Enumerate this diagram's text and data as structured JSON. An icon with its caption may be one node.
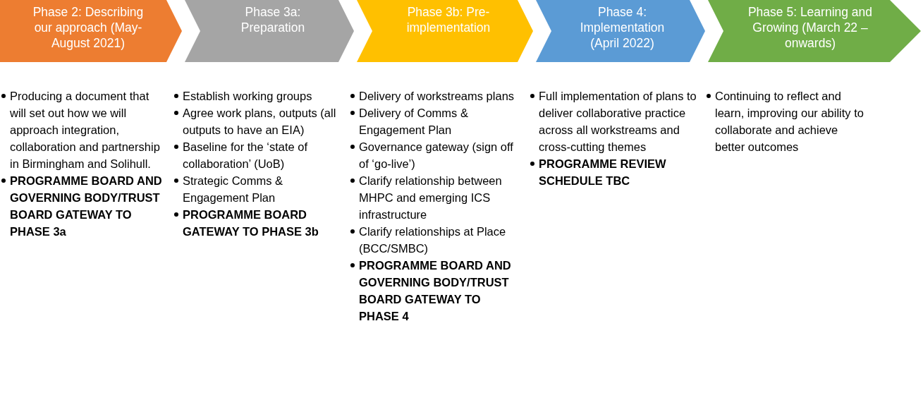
{
  "diagram": {
    "nodes": [
      {
        "text": [
          "Phase 2: Describing our approach (May-August 2021)"
        ],
        "beside": [
          "Producing a document that will set out how we will approach integration, collaboration and partnership in Birmingham and Solihull.",
          "PROGRAMME BOARD AND GOVERNING BODY/TRUST BOARD GATEWAY TO PHASE 3a"
        ]
      },
      {
        "text": [
          "Phase 3a: Preparation"
        ],
        "beside": [
          "Establish working groups",
          "Agree work plans, outputs (all outputs to have an EIA)",
          "Baseline for the ‘state of collaboration’ (UoB)",
          "Strategic Comms & Engagement Plan",
          "PROGRAMME BOARD GATEWAY TO PHASE 3b"
        ]
      },
      {
        "text": [
          "Phase 3b: Pre-implementation"
        ],
        "beside": [
          "Delivery of workstreams plans",
          "Delivery of Comms & Engagement Plan",
          "Governance gateway (sign off of ‘go-live’)",
          "Clarify relationship between MHPC and emerging ICS infrastructure",
          "Clarify relationships at Place (BCC/SMBC)",
          "PROGRAMME BOARD AND GOVERNING BODY/TRUST BOARD GATEWAY TO PHASE 4"
        ]
      },
      {
        "text": [
          "Phase 4: Implementation (April 2022)"
        ],
        "beside": [
          "Full implementation of plans to deliver collaborative practice across all workstreams and cross-cutting themes",
          "PROGRAMME REVIEW SCHEDULE TBC"
        ]
      },
      {
        "text": [
          "Phase 5: Learning and Growing (March 22 – onwards)"
        ],
        "beside": [
          "Continuing to reflect and learn, improving our ability to collaborate and achieve better outcomes"
        ]
      }
    ]
  }
}
